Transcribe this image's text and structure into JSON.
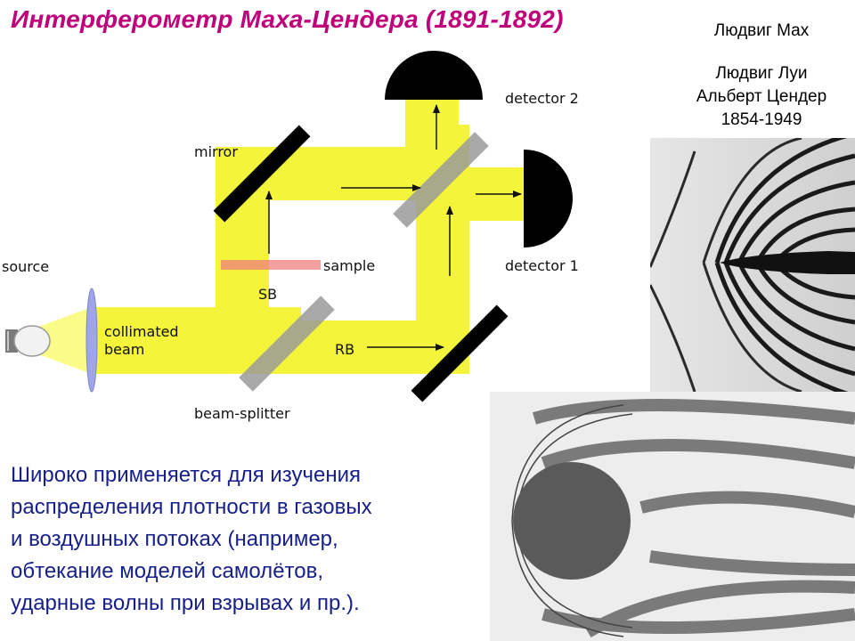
{
  "title": "Интерферометр Маха-Цендера (1891-1892)",
  "people": {
    "mach": {
      "name": "Людвиг Мах"
    },
    "zehnder": {
      "name_line1": "Людвиг Луи",
      "name_line2": "Альберт Цендер",
      "years": "1854-1949"
    }
  },
  "diagram": {
    "labels": {
      "detector2": "detector 2",
      "mirror": "mirror",
      "source": "source",
      "sample": "sample",
      "detector1": "detector 1",
      "sb": "SB",
      "collimated_line1": "collimated",
      "collimated_line2": "beam",
      "rb": "RB",
      "beam_splitter": "beam-splitter"
    },
    "colors": {
      "beam": "#f4f43a",
      "beam_in": "#fbfb8a",
      "mirror": "#000000",
      "splitter": "#9a9a9a",
      "sample": "#f08080"
    }
  },
  "description": [
    "Широко применяется для изучения",
    "распределения плотности в газовых",
    "и воздушных потоках (например,",
    "обтекание моделей самолётов,",
    "ударные волны при взрывах и пр.)."
  ]
}
